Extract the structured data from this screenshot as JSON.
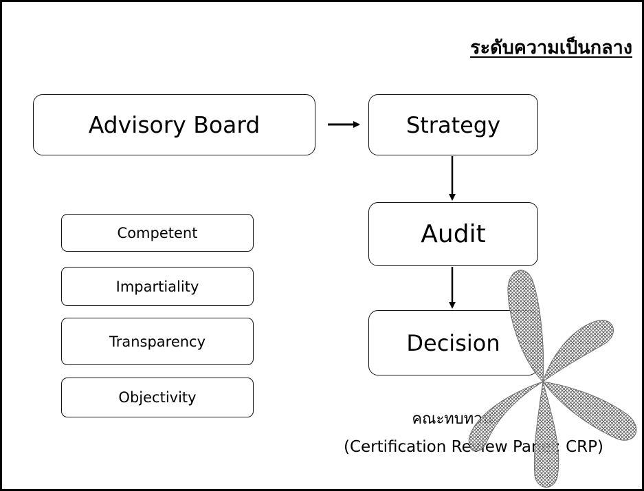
{
  "title": "ระดับความเป็นกลาง",
  "advisory_board": "Advisory Board",
  "flow": [
    "Strategy",
    "Audit",
    "Decision"
  ],
  "principles": [
    "Competent",
    "Impartiality",
    "Transparency",
    "Objectivity"
  ],
  "panel": {
    "thai_name": "คณะทบทวน",
    "english_name": "(Certification Review Panel; CRP)"
  },
  "watermark": "stamp-flower-icon"
}
